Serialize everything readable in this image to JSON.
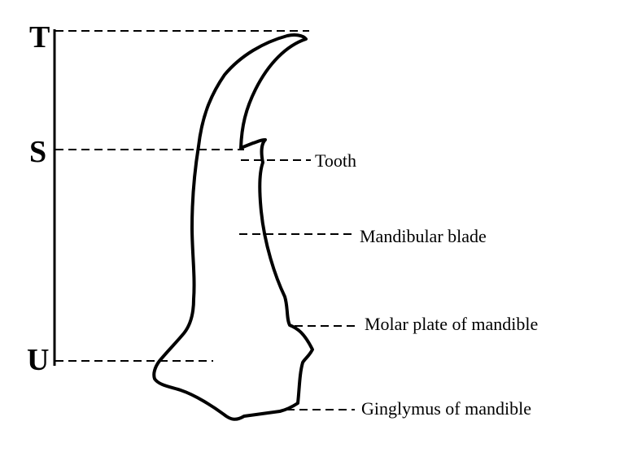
{
  "axis_letters": {
    "top": "T",
    "middle": "S",
    "bottom": "U"
  },
  "labels": {
    "tooth": "Tooth",
    "mandibular_blade": "Mandibular blade",
    "molar_plate": "Molar plate of mandible",
    "ginglymus": "Ginglymus of mandible"
  },
  "colors": {
    "stroke": "#000000",
    "background": "#ffffff"
  }
}
